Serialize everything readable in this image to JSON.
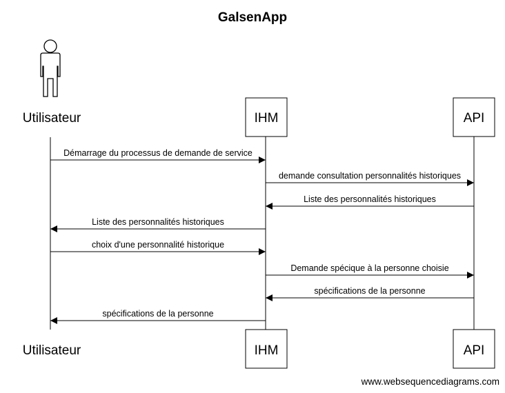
{
  "title": "GalsenApp",
  "participants": {
    "user": "Utilisateur",
    "ihm": "IHM",
    "api": "API"
  },
  "messages": [
    {
      "from": "user",
      "to": "ihm",
      "label": "Démarrage du processus de demande de service"
    },
    {
      "from": "ihm",
      "to": "api",
      "label": "demande consultation personnalités historiques"
    },
    {
      "from": "api",
      "to": "ihm",
      "label": "Liste des personnalités historiques"
    },
    {
      "from": "ihm",
      "to": "user",
      "label": "Liste des personnalités historiques"
    },
    {
      "from": "user",
      "to": "ihm",
      "label": "choix d'une personnalité historique"
    },
    {
      "from": "ihm",
      "to": "api",
      "label": "Demande spécique à la personne choisie"
    },
    {
      "from": "api",
      "to": "ihm",
      "label": "spécifications de la personne"
    },
    {
      "from": "ihm",
      "to": "user",
      "label": "spécifications de la personne"
    }
  ],
  "footer": "www.websequencediagrams.com"
}
